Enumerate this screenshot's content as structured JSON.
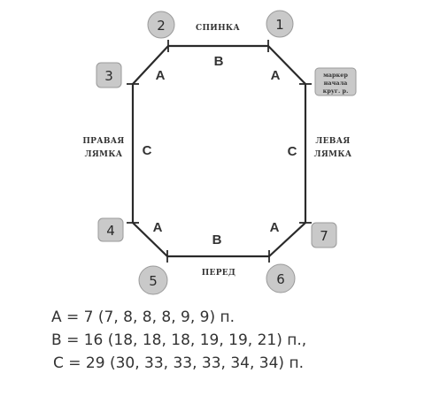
{
  "labels": {
    "top": "СПИНКА",
    "bottom": "ПЕРЕД",
    "right_line1": "ЛЕВАЯ",
    "right_line2": "ЛЯМКА",
    "left_line1": "ПРАВАЯ",
    "left_line2": "ЛЯМКА",
    "marker_line1": "маркер",
    "marker_line2": "начала",
    "marker_line3": "круг. р."
  },
  "segments": {
    "top": "B",
    "bottom": "B",
    "top_left": "A",
    "top_right": "A",
    "bottom_left": "A",
    "bottom_right": "A",
    "left": "C",
    "right": "C"
  },
  "markers": {
    "m1": "1",
    "m2": "2",
    "m3": "3",
    "m4": "4",
    "m5": "5",
    "m6": "6",
    "m7": "7"
  },
  "formulas": {
    "a": "A = 7 (7, 8, 8, 8, 9, 9) п.",
    "b": "B = 16 (18, 18, 18, 19, 19, 21) п.,",
    "c": "C = 29 (30, 33, 33, 33, 34, 34) п."
  },
  "colors": {
    "outline": "#2a2a2a",
    "badge_fill": "#c9c9c9",
    "badge_stroke": "#9a9a9a"
  }
}
